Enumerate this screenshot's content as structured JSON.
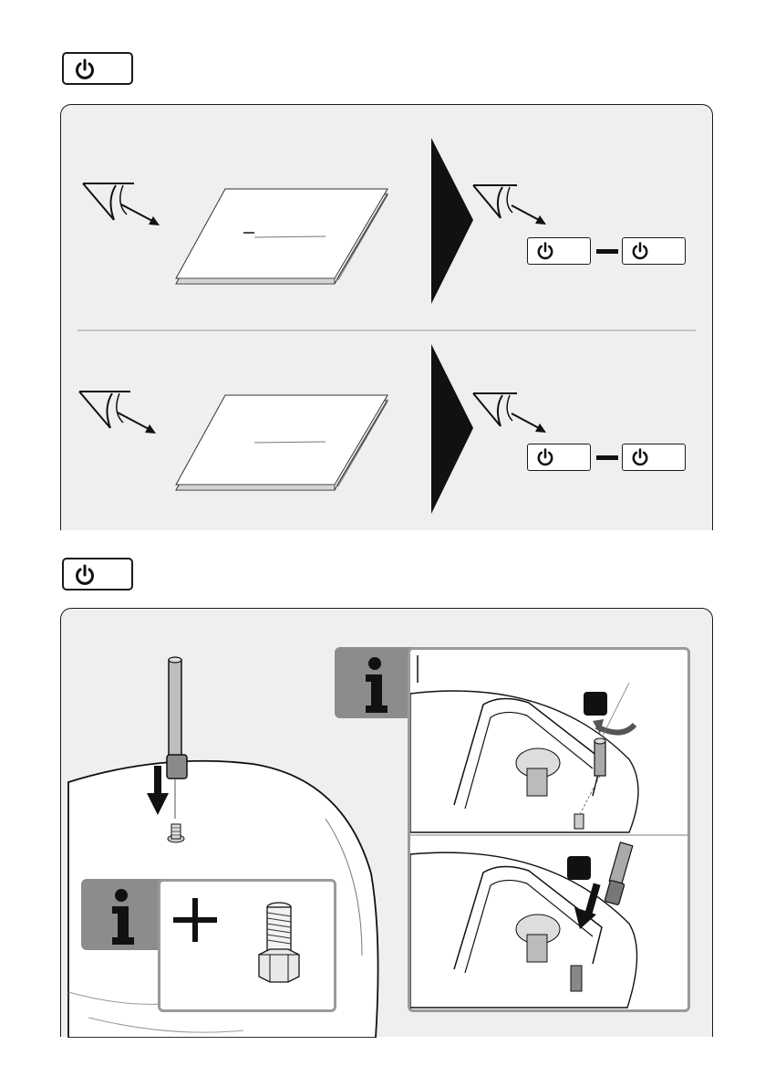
{
  "page": {
    "icons": {
      "power": "power-icon",
      "eye": "eye-icon",
      "arrow": "arrow-right-icon",
      "info": "info-icon",
      "plus": "plus-icon"
    },
    "colors": {
      "panel_bg": "#efefef",
      "info_tab": "#8c8c8c",
      "info_border": "#9a9a9a",
      "ink": "#111111"
    }
  },
  "step1": {
    "badge_icon": "power-icon",
    "rows": [
      {
        "result_icons": [
          "power-icon",
          "power-icon"
        ]
      },
      {
        "result_icons": [
          "power-icon",
          "power-icon"
        ]
      }
    ]
  },
  "step2": {
    "badge_icon": "power-icon",
    "info_boxes": [
      {
        "icon": "info-icon",
        "content": [
          "plus-icon",
          "bolt-illustration"
        ]
      },
      {
        "icon": "info-icon",
        "content": [
          "rotate-illustration",
          "insert-illustration"
        ]
      }
    ]
  }
}
